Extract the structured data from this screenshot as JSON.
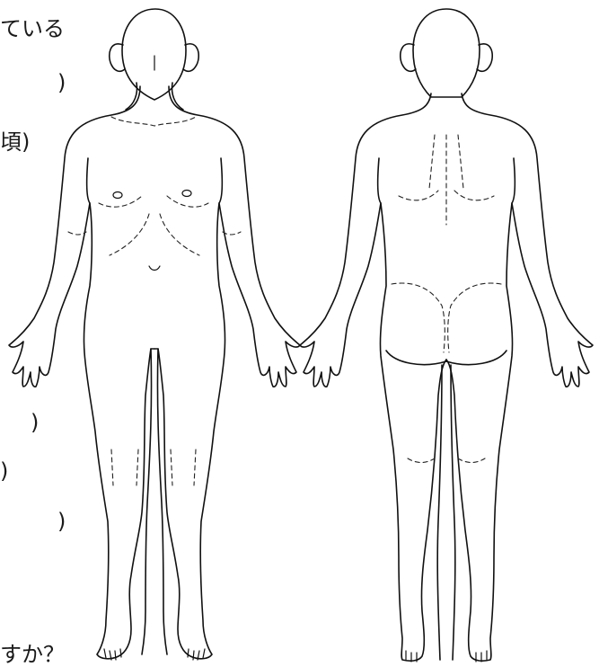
{
  "form_fragments": {
    "line_1": "ている",
    "line_2": ")",
    "line_3": "頃)",
    "line_4": ")",
    "line_5": ")",
    "line_6": ")",
    "line_7": "すか？"
  },
  "figures": [
    {
      "view": "front"
    },
    {
      "view": "back"
    }
  ]
}
